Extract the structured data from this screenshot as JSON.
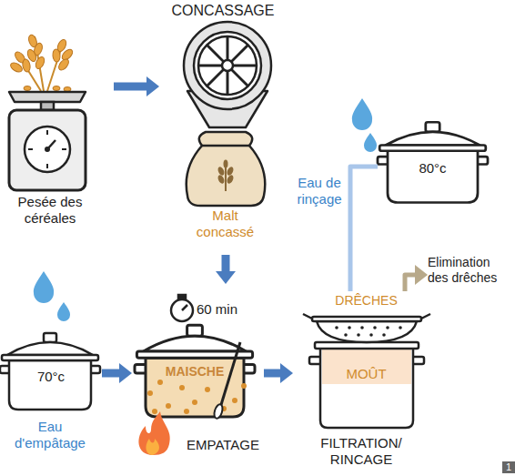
{
  "diagram": {
    "nodes": [
      {
        "text": [
          "Pesée des céréales"
        ]
      },
      {
        "text": [
          "CONCASSAGE"
        ]
      },
      {
        "text": [
          "Malt concassé"
        ]
      },
      {
        "text": [
          "70°c",
          "Eau d'empâtage"
        ]
      },
      {
        "text": [
          "MAISCHE",
          "EMPATAGE"
        ]
      },
      {
        "text": [
          "DRÊCHES"
        ]
      },
      {
        "text": [
          "MOÛT",
          "FILTRATION/ RINCAGE"
        ]
      },
      {
        "text": [
          "80°c"
        ]
      },
      {
        "text": [
          "Elimination des drêches"
        ]
      }
    ],
    "edges": [
      {
        "from": 0,
        "to": 1,
        "arrow": "to"
      },
      {
        "from": 2,
        "to": 4,
        "arrow": "to"
      },
      {
        "from": 3,
        "to": 4,
        "arrow": "to"
      },
      {
        "from": 4,
        "to": 6,
        "arrow": "to"
      },
      {
        "from": 7,
        "to": 5,
        "label": "Eau de rinçage",
        "arrow": "none"
      },
      {
        "from": 5,
        "to": 8,
        "arrow": "to"
      }
    ],
    "labels": [
      "60 min",
      "1"
    ]
  }
}
